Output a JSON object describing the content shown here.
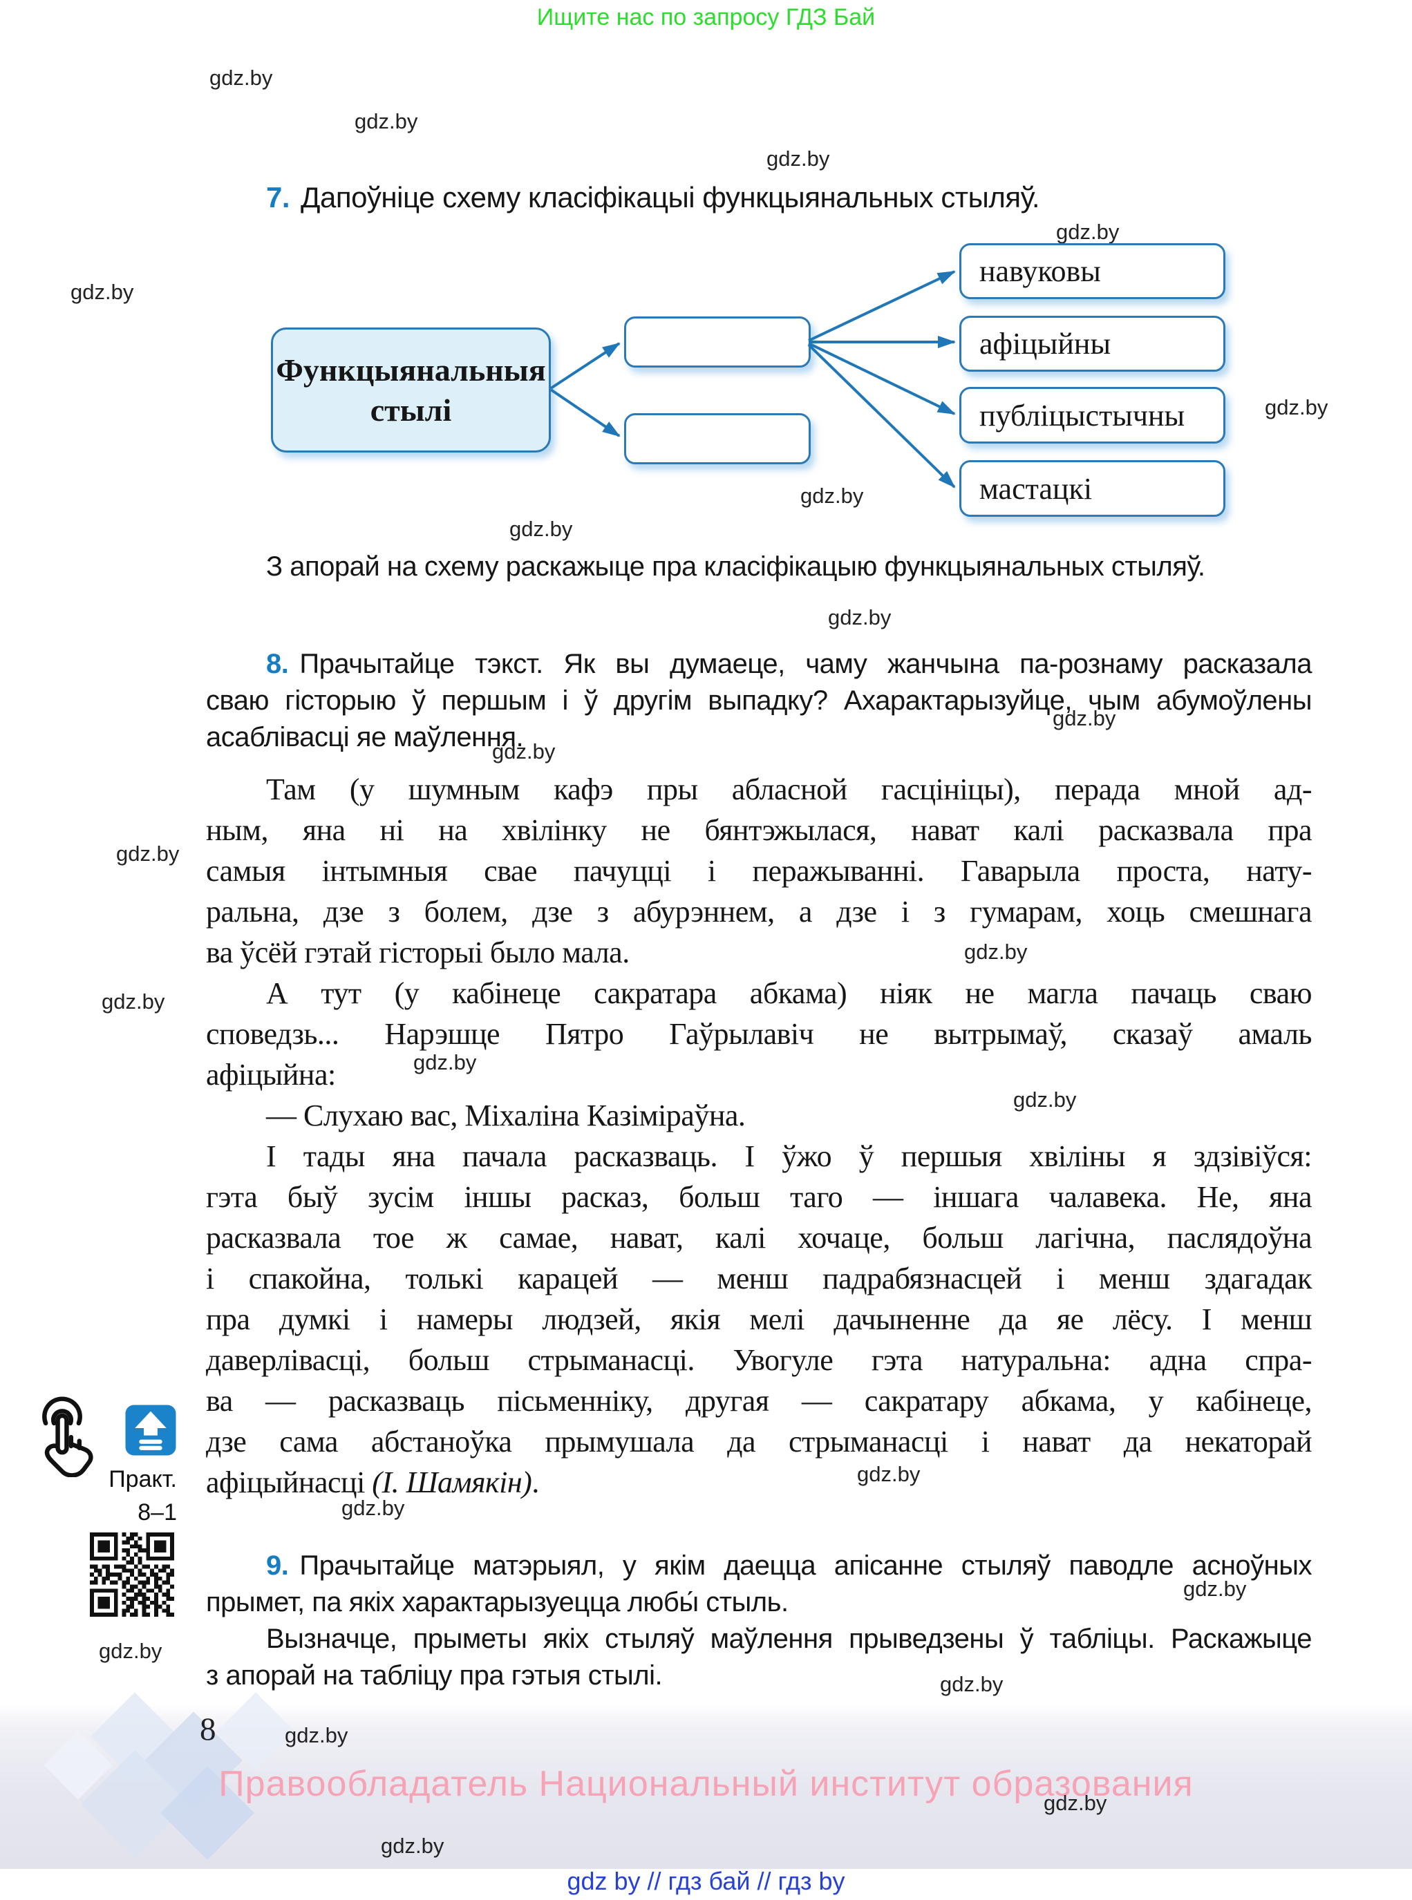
{
  "promo": {
    "text": "Ищите нас по запросу ГДЗ Бай"
  },
  "watermark_label": "gdz.by",
  "exercise7": {
    "number": "7.",
    "title": "Дапоўніце схему класіфікацыі функцыянальных стыляў.",
    "followup": "З апорай на схему раскажыце пра класіфікацыю функцыянальных стыляў."
  },
  "diagram": {
    "root_line1": "Функцыянальныя",
    "root_line2": "стылі",
    "leaves": [
      "навуковы",
      "афіцыйны",
      "публіцыстычны",
      "мастацкі"
    ]
  },
  "exercise8": {
    "number": "8.",
    "intro": [
      "Прачытайце тэкст. Як вы думаеце, чаму жанчына па-рознаму расказала",
      "сваю гісторыю ў першым і ў другім выпадку? Ахарактарызуйце, чым абумоўлены",
      "асаблівасці яе маўлення."
    ],
    "p1": [
      "Там (у шумным кафэ пры абласной гасцініцы), перада мной ад-",
      "ным, яна ні на хвілінку не бянтэжылася, нават калі расказвала пра",
      "самыя інтымныя свае пачуцці і перажыванні. Гаварыла проста, нату-",
      "ральна, дзе з болем, дзе з абурэннем, а дзе і з гумарам, хоць смешнага",
      "ва ўсёй гэтай гісторыі было мала."
    ],
    "p2": [
      "А тут (у кабінеце сакратара абкама) ніяк не магла пачаць сваю",
      "споведзь... Нарэшце Пятро Гаўрылавіч не вытрымаў, сказаў амаль",
      "афіцыйна:"
    ],
    "p3": [
      "— Слухаю вас, Міхаліна Казіміраўна."
    ],
    "p4": [
      "І тады яна пачала расказваць. І ўжо ў першыя хвіліны я здзівіўся:",
      "гэта быў зусім іншы расказ, больш таго — іншага чалавека. Не, яна",
      "расказвала тое ж самае, нават, калі хочаце, больш лагічна, паслядоўна",
      "і спакойна, толькі карацей — менш падрабязнасцей і менш здагадак",
      "пра думкі і намеры людзей, якія мелі дачыненне да яе лёсу. І менш",
      "даверлівасці, больш стрыманасці. Увогуле гэта натуральна: адна спра-",
      "ва — расказваць пісьменніку, другая — сакратару абкама, у кабінеце,",
      "дзе сама абстаноўка прымушала да стрыманасці і нават да некаторай"
    ],
    "p4_last": {
      "prefix": "афіцыйнасці ",
      "author": "(І. Шамякін)",
      "suffix": "."
    }
  },
  "exercise9": {
    "number": "9.",
    "para1": [
      "Прачытайце матэрыял, у якім даецца апісанне стыляў паводле асноўных",
      "прымет, па якіх характарызуецца любы́ стыль."
    ],
    "para2": [
      "Вызначце, прыметы якіх стыляў маўлення прыведзены ў табліцы. Раскажыце",
      "з апорай на табліцу пра гэтыя стылі."
    ]
  },
  "sidebar": {
    "pract": "Практ.",
    "number": "8–1"
  },
  "footer": {
    "page_number": "8",
    "copyright": "Правообладатель Национальный институт образования",
    "links": "gdz by  //  гдз бай  //  гдз by"
  },
  "colors": {
    "exercise_number_blue": "#177dc2",
    "diagram_border_blue": "#2b79b6",
    "diagram_fill_light_blue": "#ddf0fa",
    "arrow_blue": "#1f77b8",
    "promo_green": "#2ddd2d",
    "copyright_pink": "#f6a3b6",
    "link_blue": "#2741d6"
  }
}
